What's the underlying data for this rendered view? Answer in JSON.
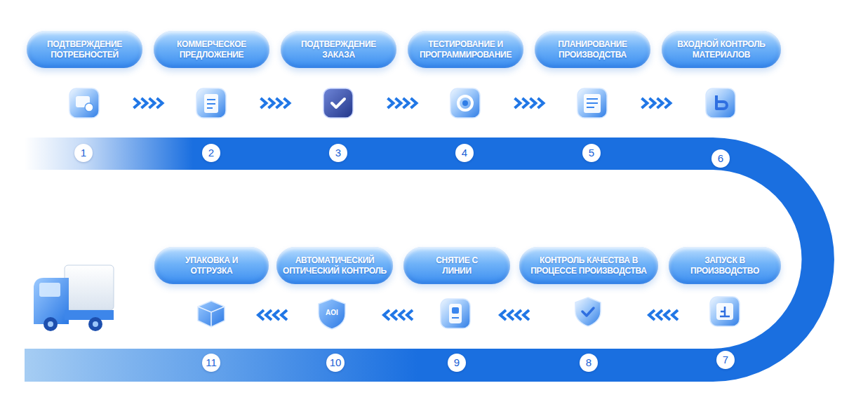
{
  "diagram": {
    "nodes": [
      {
        "text": [
          "ПОДТВЕРЖДЕНИЕ ПОТРЕБНОСТЕЙ"
        ]
      },
      {
        "text": [
          "КОММЕРЧЕСКОЕ ПРЕДЛОЖЕНИЕ"
        ]
      },
      {
        "text": [
          "ПОДТВЕРЖДЕНИЕ ЗАКАЗА"
        ]
      },
      {
        "text": [
          "ТЕСТИРОВАНИЕ И ПРОГРАММИРОВАНИЕ"
        ]
      },
      {
        "text": [
          "ПЛАНИРОВАНИЕ ПРОИЗВОДСТВА"
        ]
      },
      {
        "text": [
          "ВХОДНОЙ КОНТРОЛЬ МАТЕРИАЛОВ"
        ]
      },
      {
        "text": [
          "ЗАПУСК В ПРОИЗВОДСТВО"
        ]
      },
      {
        "text": [
          "КОНТРОЛЬ КАЧЕСТВА В ПРОЦЕССЕ ПРОИЗВОДСТВА"
        ]
      },
      {
        "text": [
          "СНЯТИЕ С ЛИНИИ"
        ]
      },
      {
        "text": [
          "АВТОМАТИЧЕСКИЙ ОПТИЧЕСКИЙ КОНТРОЛЬ"
        ]
      },
      {
        "text": [
          "УПАКОВКА И ОТГРУЗКА"
        ]
      }
    ],
    "edges": [
      {
        "from": 0,
        "to": 1,
        "arrow": "to"
      },
      {
        "from": 1,
        "to": 2,
        "arrow": "to"
      },
      {
        "from": 2,
        "to": 3,
        "arrow": "to"
      },
      {
        "from": 3,
        "to": 4,
        "arrow": "to"
      },
      {
        "from": 4,
        "to": 5,
        "arrow": "to"
      },
      {
        "from": 6,
        "to": 7,
        "arrow": "to"
      },
      {
        "from": 7,
        "to": 8,
        "arrow": "to"
      },
      {
        "from": 8,
        "to": 9,
        "arrow": "to"
      },
      {
        "from": 9,
        "to": 10,
        "arrow": "to"
      }
    ],
    "labels": [
      "1",
      "2",
      "3",
      "4",
      "5",
      "6",
      "7",
      "8",
      "9",
      "10",
      "11",
      "AOI"
    ]
  }
}
